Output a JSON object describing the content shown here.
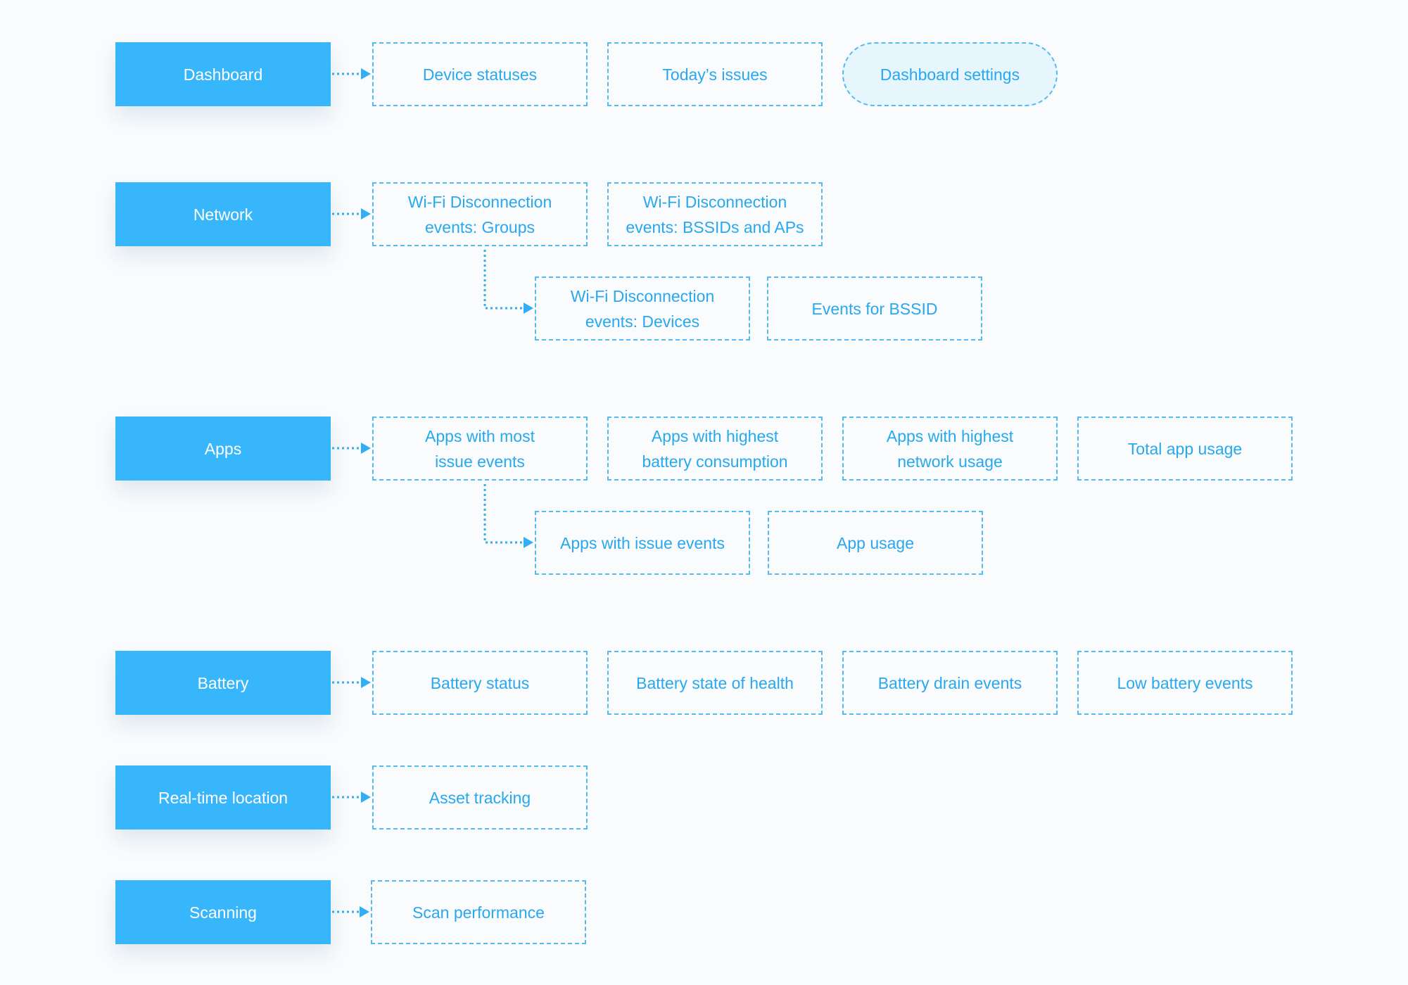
{
  "colors": {
    "primary_fill": "#38b6fc",
    "sub_text": "#27a8ef",
    "sub_border": "#53baf2",
    "highlight_fill": "#e7f5fd",
    "connector": "#30aef6"
  },
  "sections": {
    "dashboard": {
      "label": "Dashboard",
      "items": [
        "Device statuses",
        "Today’s issues",
        "Dashboard settings"
      ]
    },
    "network": {
      "label": "Network",
      "items": [
        "Wi-Fi Disconnection\nevents: Groups",
        "Wi-Fi Disconnection\nevents: BSSIDs and APs"
      ],
      "sub_items": [
        "Wi-Fi Disconnection\nevents: Devices",
        "Events for BSSID"
      ]
    },
    "apps": {
      "label": "Apps",
      "items": [
        "Apps with most\nissue events",
        "Apps with highest\nbattery consumption",
        "Apps with highest\nnetwork usage",
        "Total app usage"
      ],
      "sub_items": [
        "Apps with issue events",
        "App usage"
      ]
    },
    "battery": {
      "label": "Battery",
      "items": [
        "Battery status",
        "Battery state of health",
        "Battery drain events",
        "Low battery events"
      ]
    },
    "realtime_location": {
      "label": "Real-time location",
      "items": [
        "Asset tracking"
      ]
    },
    "scanning": {
      "label": "Scanning",
      "items": [
        "Scan performance"
      ]
    }
  }
}
